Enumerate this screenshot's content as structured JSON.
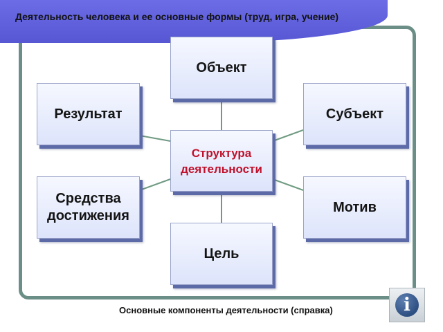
{
  "header": {
    "title": "Деятельность человека и ее основные формы (труд, игра, учение)"
  },
  "diagram": {
    "center": {
      "label": "Структура деятельности"
    },
    "nodes": {
      "object": {
        "label": "Объект"
      },
      "result": {
        "label": "Результат"
      },
      "subject": {
        "label": "Субъект"
      },
      "means": {
        "label": "Средства достижения"
      },
      "motive": {
        "label": "Мотив"
      },
      "goal": {
        "label": "Цель"
      }
    }
  },
  "footer": {
    "link_text": "Основные компоненты деятельности (справка)"
  },
  "info_button": {
    "icon": "info-icon",
    "glyph": "i"
  },
  "colors": {
    "header_band": "#5f5fdc",
    "frame": "#6b8f86",
    "center_text": "#c0102a",
    "node_shadow": "#5c6aa8"
  }
}
